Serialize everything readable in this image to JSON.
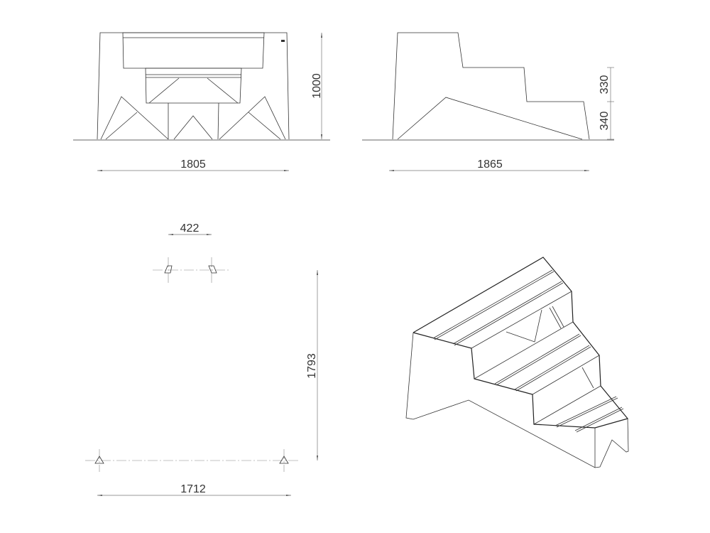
{
  "drawing": {
    "front_view": {
      "width_label": "1805",
      "height_label": "1000"
    },
    "side_view": {
      "depth_label": "1865",
      "step_upper_label": "330",
      "step_lower_label": "340"
    },
    "plan_view": {
      "anchor_spacing_label": "422",
      "length_label": "1793",
      "width_label": "1712"
    }
  }
}
